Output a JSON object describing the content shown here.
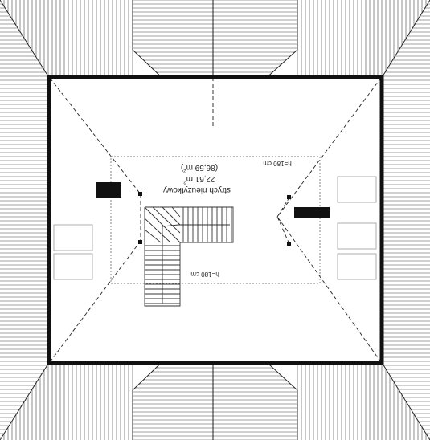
{
  "room": {
    "name": "strych nieużytkowy",
    "area": "22,61 m",
    "area_sup": "2",
    "total_prefix": "(86,59 m",
    "total_sup": "2",
    "total_suffix": ")"
  },
  "height_labels": {
    "top_right": "h=180 cm",
    "bottom": "h=180 cm"
  },
  "colors": {
    "lines": "#222222",
    "wall": "#111111",
    "background": "#ffffff"
  }
}
